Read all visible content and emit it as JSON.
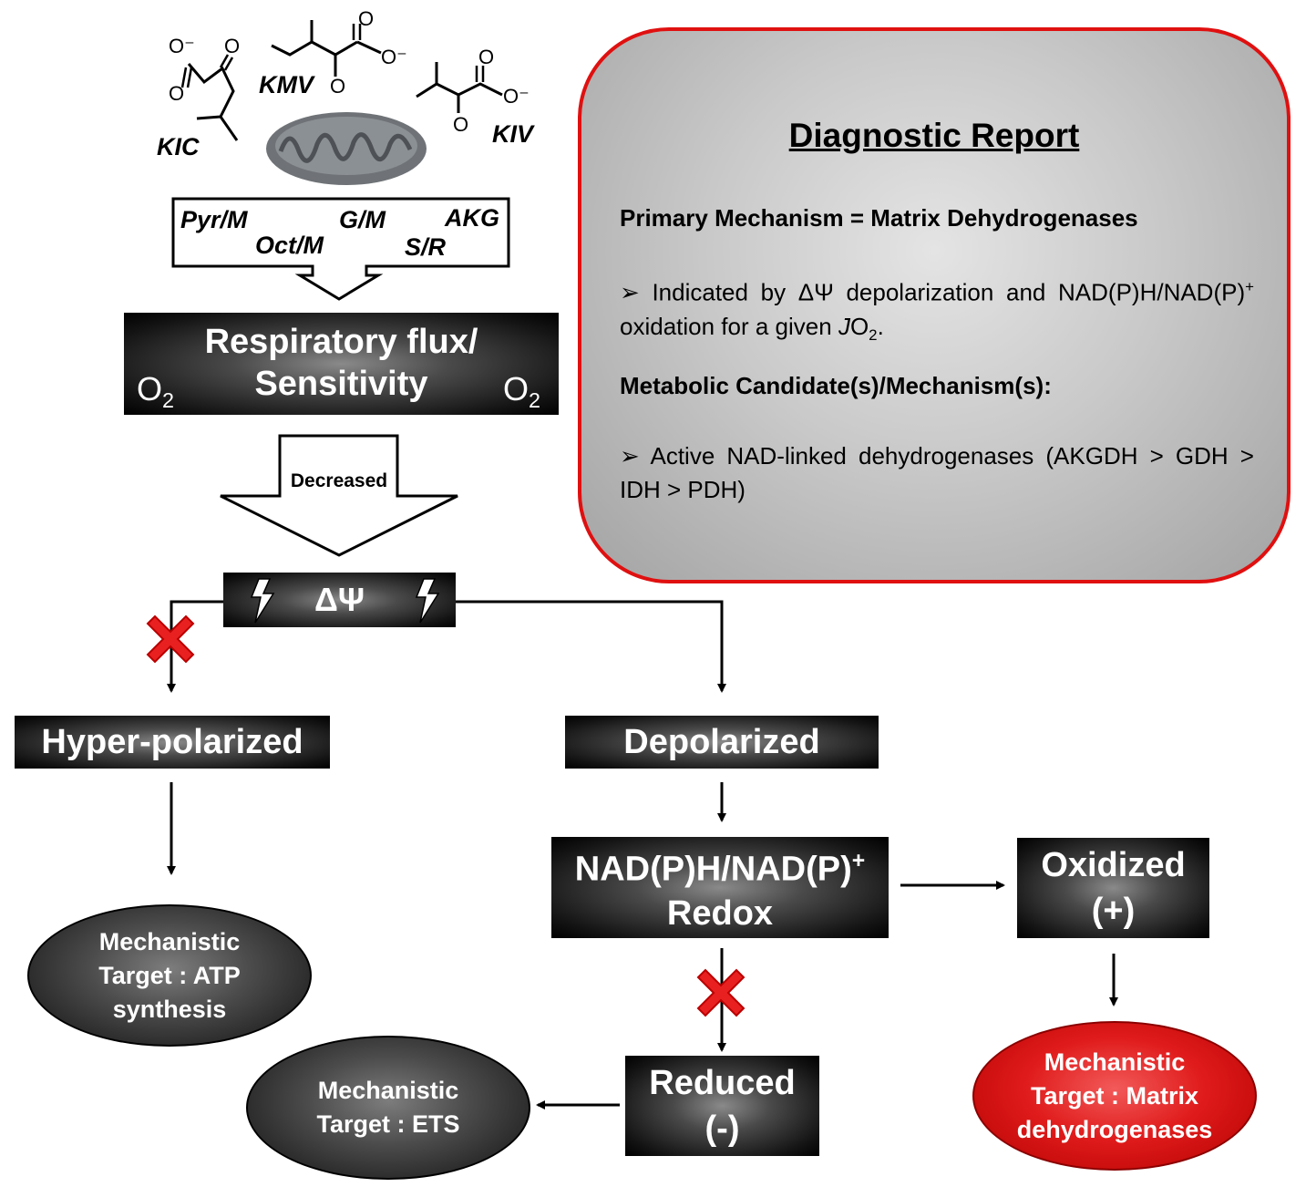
{
  "molecules": {
    "kic": "KIC",
    "kmv": "KMV",
    "kiv": "KIV",
    "charge": "O⁻",
    "oxygen": "O"
  },
  "substrates": {
    "pyr_m": "Pyr/M",
    "g_m": "G/M",
    "akg": "AKG",
    "oct_m": "Oct/M",
    "s_r": "S/R"
  },
  "respiratory": {
    "line1": "Respiratory flux/",
    "line2": "Sensitivity",
    "o2_symbol": "O",
    "o2_sub": "2"
  },
  "decreased_label": "Decreased",
  "delta_psi": "ΔΨ",
  "hyperpolarized": "Hyper-polarized",
  "depolarized": "Depolarized",
  "redox": {
    "line1": "NAD(P)H/NAD(P)",
    "sup": "+",
    "line2": "Redox"
  },
  "oxidized": {
    "line1": "Oxidized",
    "line2": "(+)"
  },
  "reduced": {
    "line1": "Reduced",
    "line2": "(-)"
  },
  "targets": {
    "atp": [
      "Mechanistic",
      "Target : ATP",
      "synthesis"
    ],
    "ets": [
      "Mechanistic",
      "Target : ETS"
    ],
    "matrix": [
      "Mechanistic",
      "Target : Matrix",
      "dehydrogenases"
    ]
  },
  "report": {
    "title": "Diagnostic Report",
    "primary": "Primary Mechanism = Matrix Dehydrogenases",
    "bullet1_a": "Indicated by ΔΨ depolarization and NAD(P)H/NAD(P)",
    "bullet1_sup": "+",
    "bullet1_b": " oxidation for a given ",
    "bullet1_j": "J",
    "bullet1_o": "O",
    "bullet1_sub": "2",
    "bullet1_end": ".",
    "candidates": "Metabolic Candidate(s)/Mechanism(s):",
    "bullet2": "Active NAD-linked dehydrogenases (AKGDH > GDH > IDH > PDH)",
    "bullet_marker": "➢"
  },
  "colors": {
    "accent_red": "#e01010",
    "target_red": "#e01b1b",
    "box_dark": "#111111"
  }
}
